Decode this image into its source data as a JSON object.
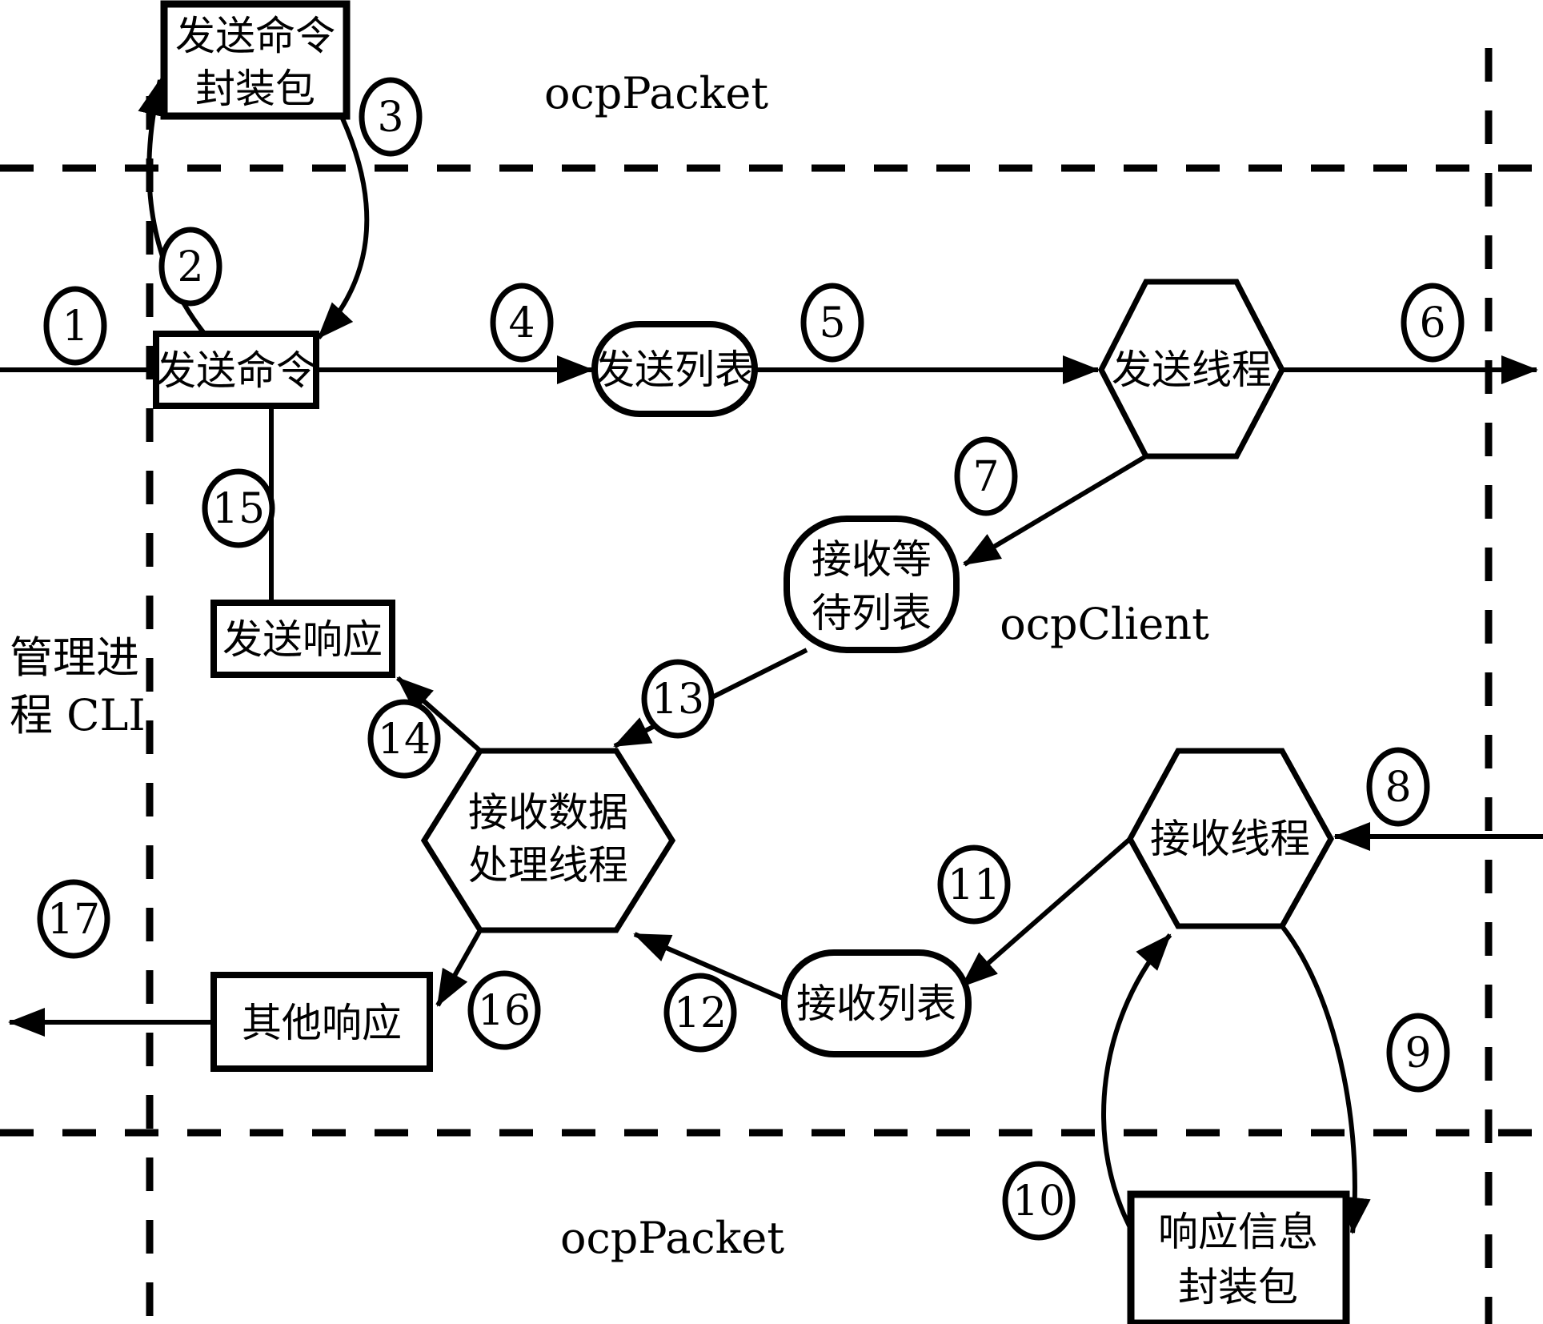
{
  "diagram_title": "ocp client message flow diagram",
  "colors": {
    "line": "#000000",
    "background": "#ffffff"
  },
  "zones": {
    "ocp_packet_top": "ocpPacket",
    "ocp_client": "ocpClient",
    "ocp_packet_bottom": "ocpPacket",
    "cli": {
      "line1": "管理进",
      "line2": "程 CLI"
    }
  },
  "nodes": {
    "send_cmd_packet": {
      "line1": "发送命令",
      "line2": "封装包"
    },
    "send_cmd": "发送命令",
    "send_list": "发送列表",
    "send_thread": "发送线程",
    "recv_wait_list": {
      "line1": "接收等",
      "line2": "待列表"
    },
    "send_response": "发送响应",
    "recv_data_thread": {
      "line1": "接收数据",
      "line2": "处理线程"
    },
    "other_response": "其他响应",
    "recv_list": "接收列表",
    "recv_thread": "接收线程",
    "response_info_packet": {
      "line1": "响应信息",
      "line2": "封装包"
    }
  },
  "steps": [
    "1",
    "2",
    "3",
    "4",
    "5",
    "6",
    "7",
    "8",
    "9",
    "10",
    "11",
    "12",
    "13",
    "14",
    "15",
    "16",
    "17"
  ]
}
